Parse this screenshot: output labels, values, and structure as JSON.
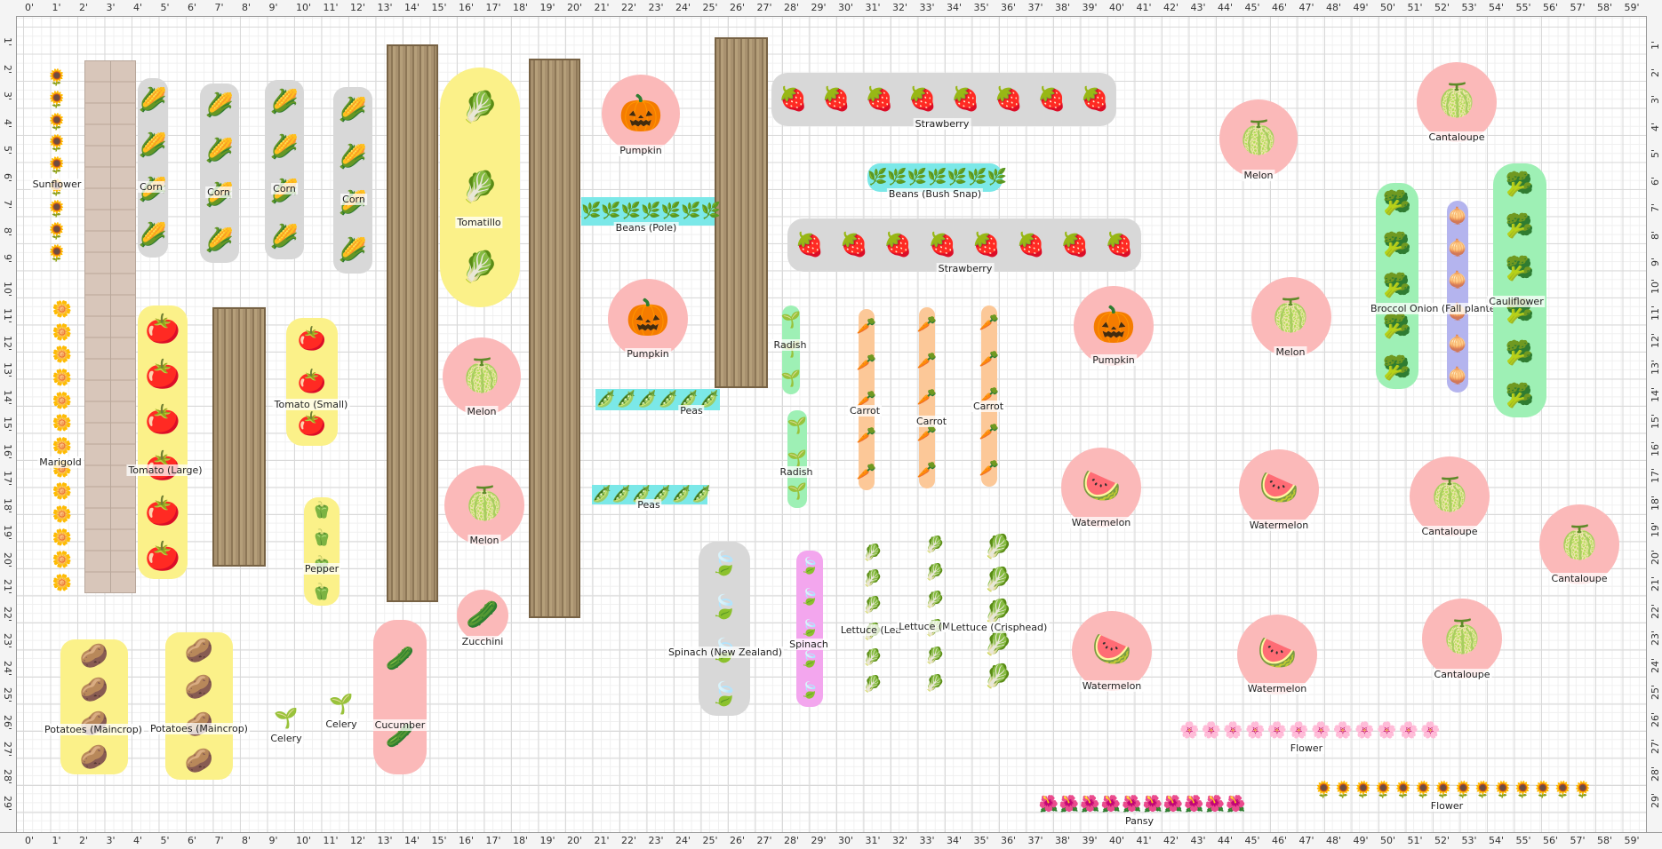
{
  "ruler": {
    "x_labels": [
      "0'",
      "1'",
      "2'",
      "3'",
      "4'",
      "5'",
      "6'",
      "7'",
      "8'",
      "9'",
      "10'",
      "11'",
      "12'",
      "13'",
      "14'",
      "15'",
      "16'",
      "17'",
      "18'",
      "19'",
      "20'",
      "21'",
      "22'",
      "23'",
      "24'",
      "25'",
      "26'",
      "27'",
      "28'",
      "29'",
      "30'",
      "31'",
      "32'",
      "33'",
      "34'",
      "35'",
      "36'",
      "37'",
      "38'",
      "39'",
      "40'",
      "41'",
      "42'",
      "43'",
      "44'",
      "45'",
      "46'",
      "47'",
      "48'",
      "49'",
      "50'",
      "51'",
      "52'",
      "53'",
      "54'",
      "55'",
      "56'",
      "57'",
      "58'",
      "59'"
    ],
    "y_labels": [
      "1'",
      "2'",
      "3'",
      "4'",
      "5'",
      "6'",
      "7'",
      "8'",
      "9'",
      "10'",
      "11'",
      "12'",
      "13'",
      "14'",
      "15'",
      "16'",
      "17'",
      "18'",
      "19'",
      "20'",
      "21'",
      "22'",
      "23'",
      "24'",
      "25'",
      "26'",
      "27'",
      "28'",
      "29'"
    ]
  },
  "plants": {
    "sunflower": "Sunflower",
    "corn": "Corn",
    "tomatillo": "Tomatillo",
    "pumpkin": "Pumpkin",
    "strawberry": "Strawberry",
    "melon": "Melon",
    "cantaloupe": "Cantaloupe",
    "beans_bush": "Beans (Bush Snap)",
    "beans_pole": "Beans (Pole)",
    "broccoli_onion": "Broccol Onion (Fall planted)",
    "cauliflower": "Cauliflower",
    "marigold": "Marigold",
    "tomato_large": "Tomato (Large)",
    "tomato_small": "Tomato (Small)",
    "peas": "Peas",
    "radish": "Radish",
    "carrot": "Carrot",
    "pepper": "Pepper",
    "watermelon": "Watermelon",
    "zucchini": "Zucchini",
    "cucumber": "Cucumber",
    "spinach_nz": "Spinach (New Zealand)",
    "spinach": "Spinach",
    "lettuce_leaf": "Lettuce (Lea",
    "lettuce_mini": "Lettuce (Mi",
    "lettuce_crisp": "Lettuce (Crisphead)",
    "potatoes": "Potatoes (Maincrop)",
    "celery": "Celery",
    "flower": "Flower",
    "pansy": "Pansy"
  },
  "icons": {
    "sunflower": "🌻",
    "corn": "🌽",
    "tomatillo": "🥬",
    "pumpkin": "🎃",
    "strawberry": "🍓",
    "melon": "🍈",
    "cantaloupe": "🍈",
    "beans": "🌿",
    "broccoli": "🥦",
    "onion": "🧅",
    "cauliflower": "🥦",
    "marigold": "🌼",
    "tomato": "🍅",
    "peas": "🫛",
    "radish": "🌱",
    "carrot": "🥕",
    "pepper": "🫑",
    "watermelon": "🍉",
    "zucchini": "🥒",
    "cucumber": "🥒",
    "spinach": "🍃",
    "lettuce": "🥬",
    "potato": "🥔",
    "celery": "🌱",
    "flower": "🌸",
    "pansy": "🌺"
  }
}
